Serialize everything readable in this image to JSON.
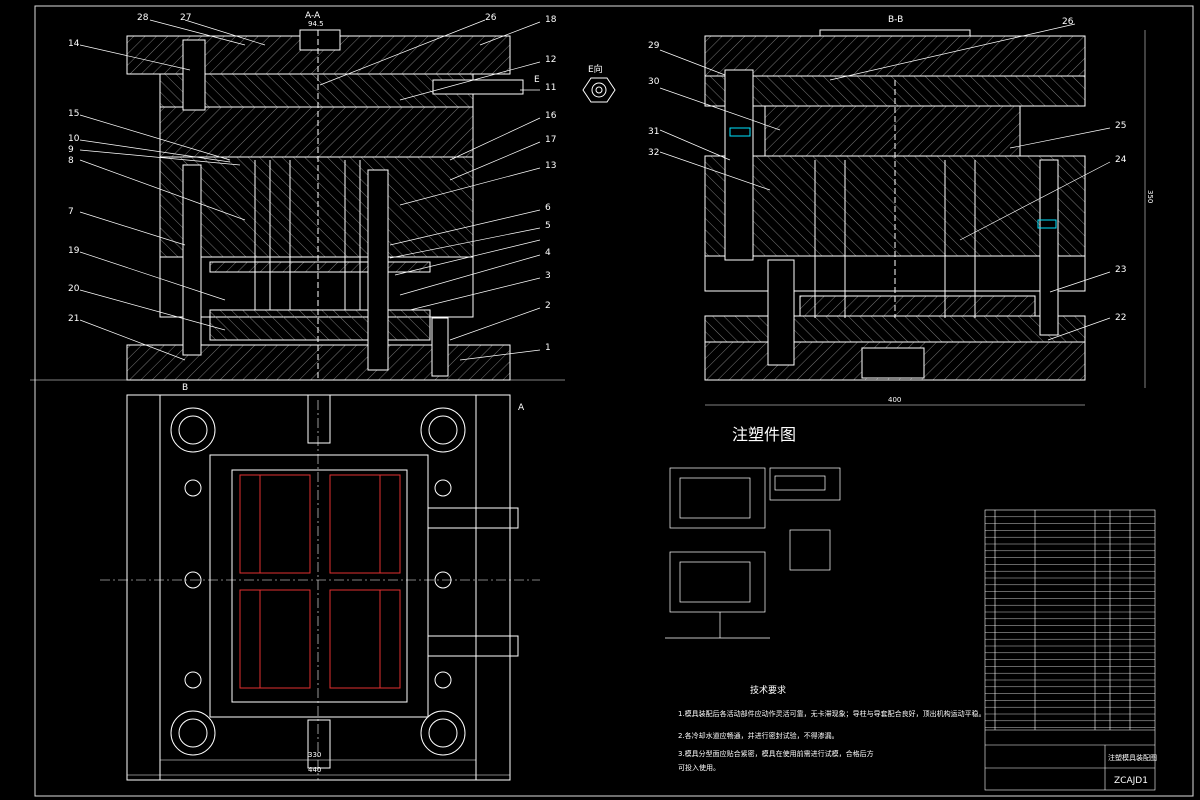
{
  "section_aa_label": "A-A",
  "section_bb_label": "B-B",
  "view_e_label": "E向",
  "arrow_e_label": "E",
  "part_numbers_left": [
    "28",
    "27",
    "26",
    "18",
    "14",
    "12",
    "11",
    "15",
    "10",
    "16",
    "9",
    "17",
    "8",
    "13",
    "7",
    "6",
    "5",
    "19",
    "4",
    "3",
    "20",
    "2",
    "21",
    "1"
  ],
  "part_numbers_right": [
    "29",
    "26",
    "30",
    "25",
    "31",
    "32",
    "24",
    "23",
    "22"
  ],
  "dim_top_left": "94.5",
  "dim_height_right": "350",
  "dim_width_right": "400",
  "dim_inner_plan": "330",
  "dim_outer_plan": "440",
  "plan_section_mark_a": "A",
  "plan_section_mark_b": "B",
  "part_drawing_title": "注塑件图",
  "tech_requirements_title": "技术要求",
  "tech_requirements_lines": [
    "1.模具装配后各活动部件应动作灵活可靠，无卡滞现象；导柱与导套配合良好，顶出机构运动平稳。",
    "2.各冷却水道应畅通，并进行密封试验，不得渗漏。",
    "3.模具分型面应贴合紧密，模具在使用前需进行试模，合格后方",
    "可投入使用。"
  ],
  "title_block_label": "注塑模具装配图",
  "drawing_number": "ZCAJD1"
}
